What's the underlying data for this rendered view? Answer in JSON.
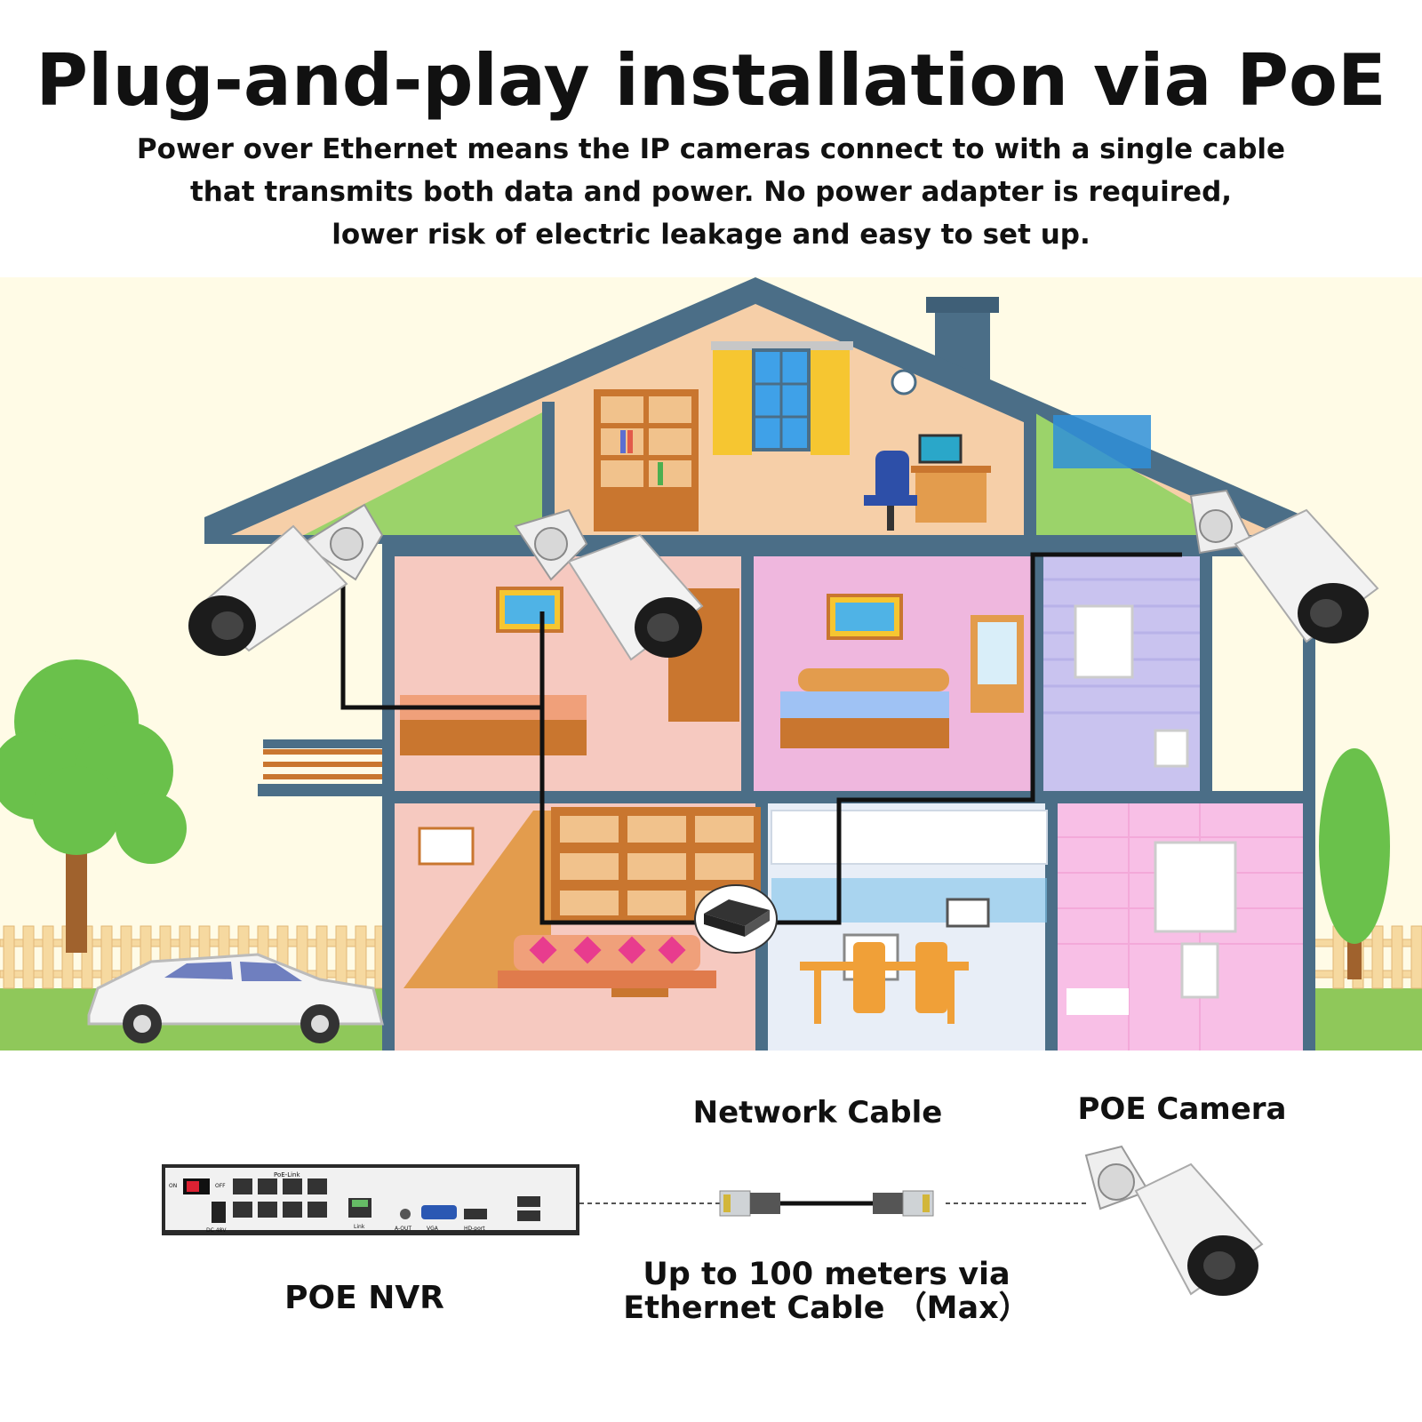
{
  "header": {
    "title": "Plug-and-play installation via PoE",
    "subtitle_lines": [
      "Power over Ethernet means the IP cameras connect to with a single cable",
      "that transmits both data and power. No power adapter is required,",
      "lower risk of electric leakage and easy to set up."
    ]
  },
  "legend": {
    "network_cable": "Network Cable",
    "poe_camera": "POE Camera",
    "poe_nvr": "POE NVR",
    "distance_line1": "Up to 100 meters via",
    "distance_line2": "Ethernet Cable （Max）"
  },
  "nvr_panel": {
    "on": "ON",
    "off": "OFF",
    "poe_link": "PoE-Link",
    "dc": "DC 48V",
    "link": "Link",
    "aout": "A-OUT",
    "vga": "VGA",
    "hdmi": "HD-port"
  },
  "colors": {
    "sky": "#fffbe6",
    "roof_outline": "#4b6e87",
    "attic_wall": "#f6cfa8",
    "gable_green": "#9bd36a",
    "room_pink": "#f6c9c0",
    "room_lilac": "#efb7de",
    "bathroom_blue": "#c9c3ef",
    "kitchen": "#e8eef7",
    "bath_pink": "#f8bfe6",
    "cable": "#111111",
    "fence": "#f6d9a0"
  }
}
